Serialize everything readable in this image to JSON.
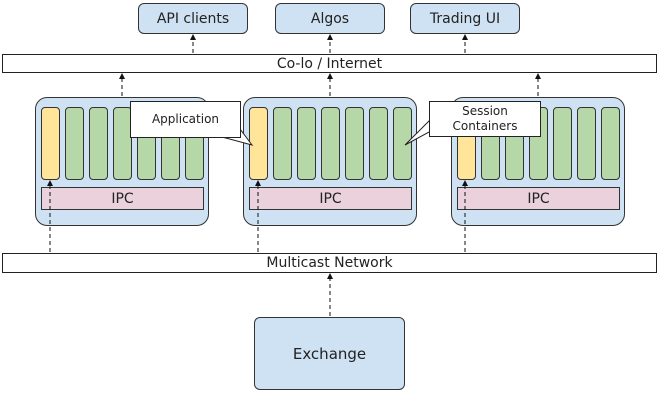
{
  "consumers": [
    {
      "label": "API clients"
    },
    {
      "label": "Algos"
    },
    {
      "label": "Trading UI"
    }
  ],
  "colo_bar": {
    "label": "Co-lo / Internet"
  },
  "hosts": [
    {
      "ipc_label": "IPC",
      "application_columns": 1,
      "session_columns": 6
    },
    {
      "ipc_label": "IPC",
      "application_columns": 1,
      "session_columns": 6
    },
    {
      "ipc_label": "IPC",
      "application_columns": 1,
      "session_columns": 6
    }
  ],
  "callouts": {
    "application": "Application",
    "session_containers": "Session Containers"
  },
  "multicast_bar": {
    "label": "Multicast Network"
  },
  "exchange": {
    "label": "Exchange"
  },
  "colors": {
    "box_blue": "#cfe2f3",
    "application_yellow": "#ffe599",
    "session_green": "#b6d7a8",
    "ipc_pink": "#ead1dc"
  }
}
